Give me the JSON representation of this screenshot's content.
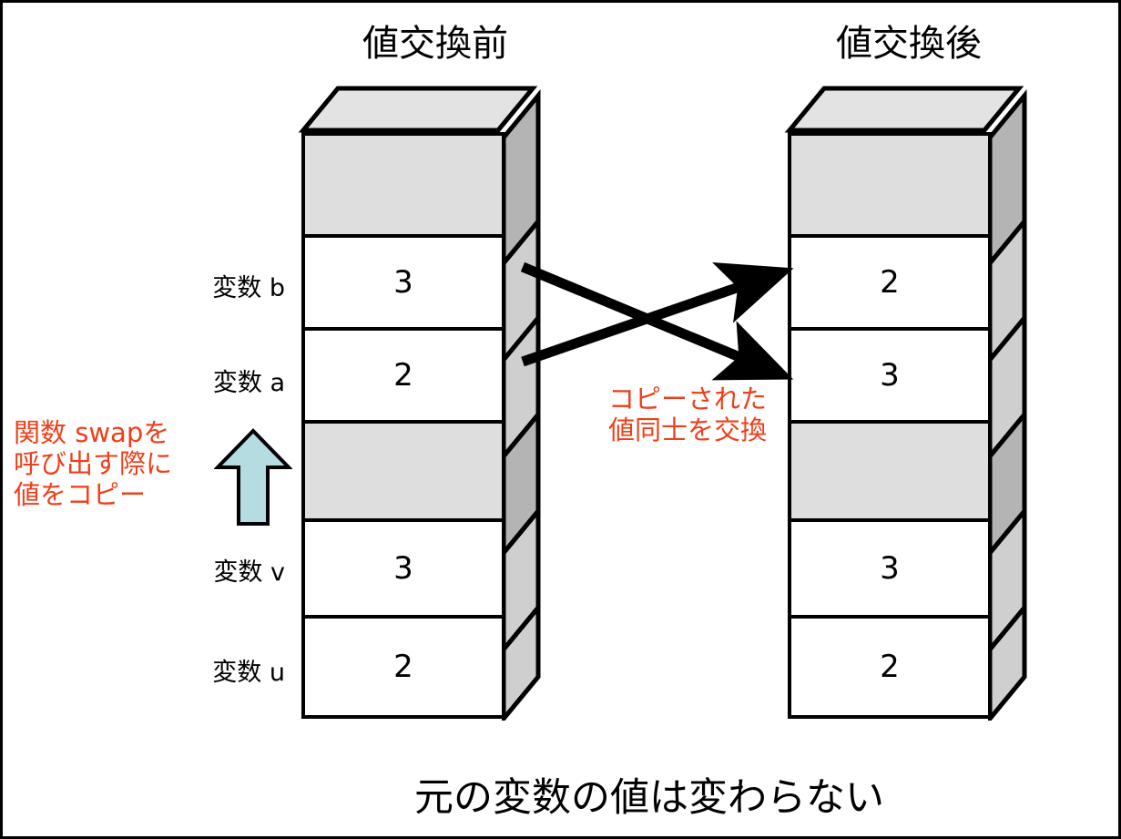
{
  "page": {
    "bottom_caption": "元の変数の値は変わらない",
    "border_color": "#000000",
    "background": "#ffffff"
  },
  "titles": {
    "left": "値交換前",
    "right": "値交換後"
  },
  "labels": {
    "b": "変数 b",
    "a": "変数 a",
    "v": "変数 v",
    "u": "変数 u"
  },
  "stacks": {
    "left": {
      "name": "値交換前",
      "cells": [
        {
          "id": "top-empty",
          "value": "",
          "style": "gray"
        },
        {
          "id": "b",
          "value": "3",
          "style": "white"
        },
        {
          "id": "a",
          "value": "2",
          "style": "white"
        },
        {
          "id": "mid-empty",
          "value": "",
          "style": "gray"
        },
        {
          "id": "v",
          "value": "3",
          "style": "white"
        },
        {
          "id": "u",
          "value": "2",
          "style": "white"
        }
      ]
    },
    "right": {
      "name": "値交換後",
      "cells": [
        {
          "id": "top-empty",
          "value": "",
          "style": "gray"
        },
        {
          "id": "b",
          "value": "2",
          "style": "white"
        },
        {
          "id": "a",
          "value": "3",
          "style": "white"
        },
        {
          "id": "mid-empty",
          "value": "",
          "style": "gray"
        },
        {
          "id": "v",
          "value": "3",
          "style": "white"
        },
        {
          "id": "u",
          "value": "2",
          "style": "white"
        }
      ]
    }
  },
  "annotations": {
    "copy_note": "関数 swapを\n呼び出す際に\n値をコピー",
    "swap_note": "コピーされた\n値同士を交換",
    "copy_note_color": "#ef3f1a",
    "swap_note_color": "#ef3f1a",
    "up_arrow_fill": "#b5dde1",
    "up_arrow_stroke": "#000000",
    "swap_arrow_color": "#000000"
  },
  "colors": {
    "cell_white": "#ffffff",
    "cell_gray": "#dedede",
    "side_light": "#cfcfcf",
    "side_dark": "#b4b4b4",
    "top_face": "#e3e3e3",
    "outline": "#000000"
  }
}
